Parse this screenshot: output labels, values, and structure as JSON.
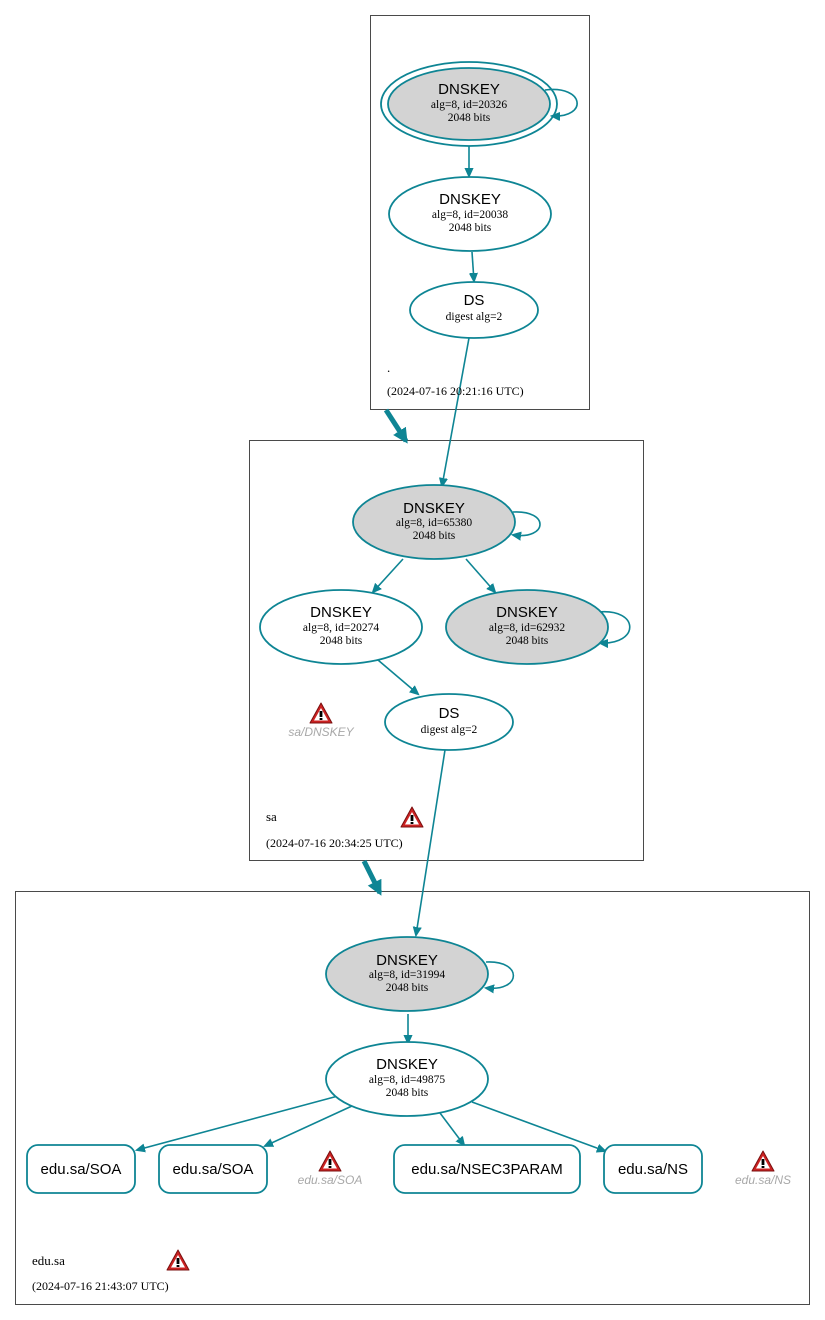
{
  "colors": {
    "edge": "#0e8594",
    "ksk_fill": "#d3d3d3",
    "warning": "#cc2222"
  },
  "zones": {
    "root": {
      "name": ".",
      "timestamp": "(2024-07-16 20:21:16 UTC)"
    },
    "sa": {
      "name": "sa",
      "timestamp": "(2024-07-16 20:34:25 UTC)"
    },
    "edu_sa": {
      "name": "edu.sa",
      "timestamp": "(2024-07-16 21:43:07 UTC)"
    }
  },
  "nodes": {
    "root_ksk": {
      "title": "DNSKEY",
      "line1": "alg=8, id=20326",
      "line2": "2048 bits"
    },
    "root_zsk": {
      "title": "DNSKEY",
      "line1": "alg=8, id=20038",
      "line2": "2048 bits"
    },
    "root_ds": {
      "title": "DS",
      "line1": "digest alg=2"
    },
    "sa_ksk": {
      "title": "DNSKEY",
      "line1": "alg=8, id=65380",
      "line2": "2048 bits"
    },
    "sa_zsk": {
      "title": "DNSKEY",
      "line1": "alg=8, id=20274",
      "line2": "2048 bits"
    },
    "sa_ksk2": {
      "title": "DNSKEY",
      "line1": "alg=8, id=62932",
      "line2": "2048 bits"
    },
    "sa_ds": {
      "title": "DS",
      "line1": "digest alg=2"
    },
    "edu_ksk": {
      "title": "DNSKEY",
      "line1": "alg=8, id=31994",
      "line2": "2048 bits"
    },
    "edu_zsk": {
      "title": "DNSKEY",
      "line1": "alg=8, id=49875",
      "line2": "2048 bits"
    },
    "edu_soa1": {
      "title": "edu.sa/SOA"
    },
    "edu_soa2": {
      "title": "edu.sa/SOA"
    },
    "edu_nsec3param": {
      "title": "edu.sa/NSEC3PARAM"
    },
    "edu_ns": {
      "title": "edu.sa/NS"
    }
  },
  "warnings": {
    "sa_dnskey": "sa/DNSKEY",
    "edu_soa": "edu.sa/SOA",
    "edu_ns": "edu.sa/NS"
  }
}
